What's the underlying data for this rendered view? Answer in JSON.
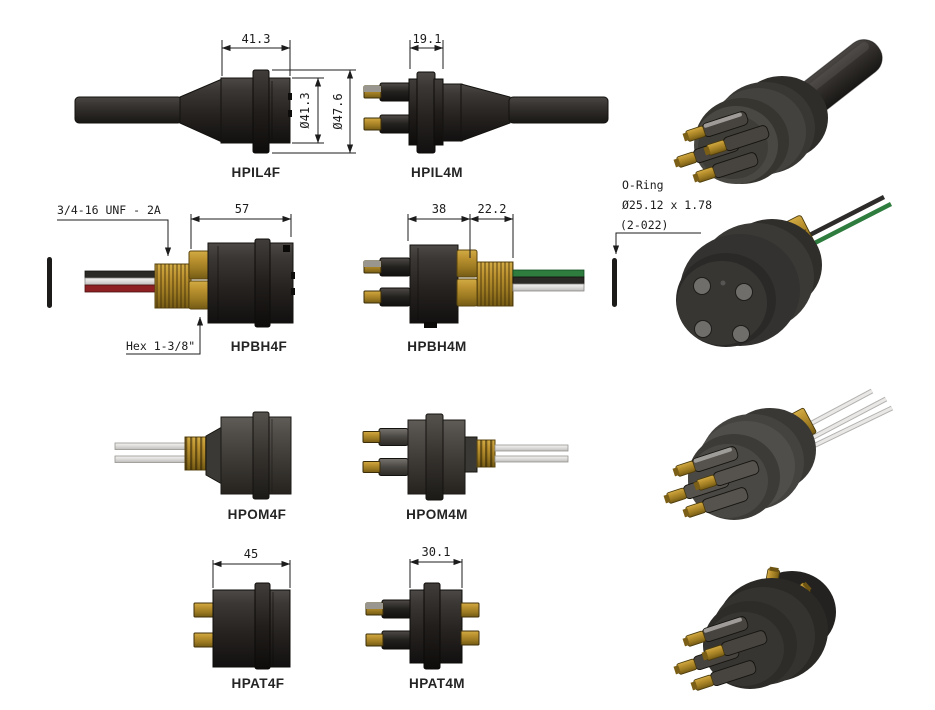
{
  "connectors": {
    "hpil4f": {
      "label": "HPIL4F",
      "overall_width": "41.3",
      "body_diameter": "Ø41.3",
      "flange_diameter": "Ø47.6"
    },
    "hpil4m": {
      "label": "HPIL4M",
      "flange_width": "19.1"
    },
    "hpbh4f": {
      "label": "HPBH4F",
      "thread_spec": "3/4-16 UNF - 2A",
      "body_length": "57",
      "hex_spec": "Hex 1-3/8\""
    },
    "hpbh4m": {
      "label": "HPBH4M",
      "body_length": "38",
      "thread_length": "22.2"
    },
    "hpom4f": {
      "label": "HPOM4F"
    },
    "hpom4m": {
      "label": "HPOM4M"
    },
    "hpat4f": {
      "label": "HPAT4F",
      "body_width": "45"
    },
    "hpat4m": {
      "label": "HPAT4M",
      "body_width": "30.1"
    }
  },
  "oring_note": {
    "title": "O-Ring",
    "dimensions": "Ø25.12 x 1.78",
    "size_code": "(2-022)"
  },
  "colors": {
    "background": "#ffffff",
    "body_dark": "#2e2b28",
    "body_gray": "#4a4744",
    "brass": "#b08c2e",
    "wire_red": "#8e2024",
    "wire_green": "#2e7d3f",
    "wire_white": "#eceae8",
    "annotation": "#1c1c1c"
  }
}
